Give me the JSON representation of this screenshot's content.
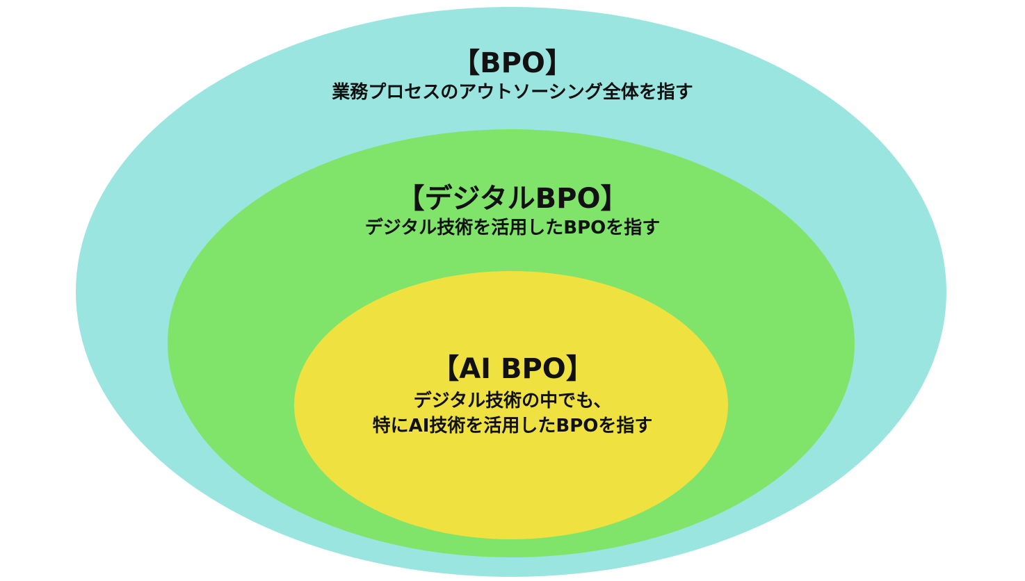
{
  "colors": {
    "bpo": "#9be5e0",
    "digital_bpo": "#80e36a",
    "ai_bpo": "#efe240"
  },
  "bpo": {
    "title": "【BPO】",
    "description": "業務プロセスのアウトソーシング全体を指す"
  },
  "digital_bpo": {
    "title": "【デジタルBPO】",
    "description": "デジタル技術を活用したBPOを指す"
  },
  "ai_bpo": {
    "title": "【AI BPO】",
    "description_line1": "デジタル技術の中でも、",
    "description_line2": "特にAI技術を活用したBPOを指す"
  }
}
